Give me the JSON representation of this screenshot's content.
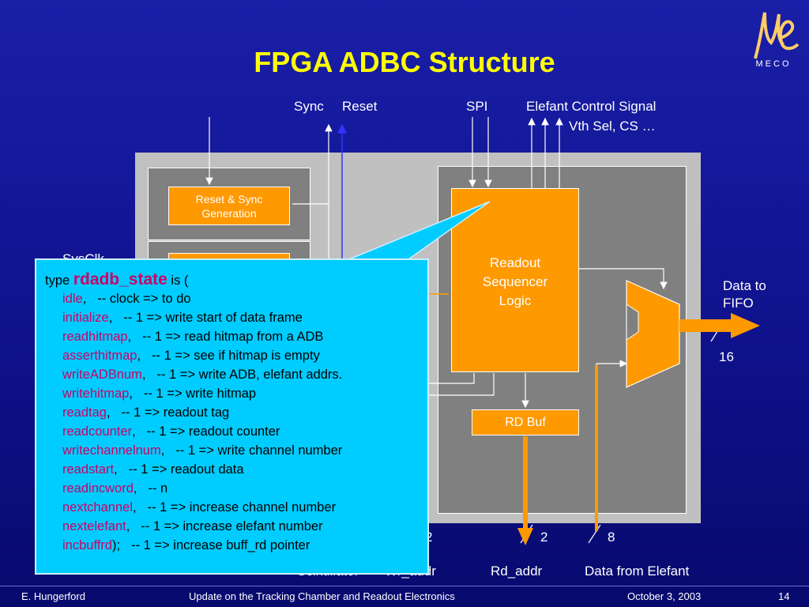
{
  "title": "FPGA ADBC Structure",
  "logo": {
    "name": "MECO"
  },
  "signals": {
    "sync": "Sync",
    "reset": "Reset",
    "spi": "SPI",
    "elefant_ctrl": "Elefant Control Signal",
    "vth_sel": "Vth Sel, CS …",
    "sysclk": "SysClk",
    "data_to_fifo_1": "Data to",
    "data_to_fifo_2": "FIFO",
    "bus_16": "16",
    "bus_2a": "2",
    "bus_2b": "2",
    "bus_8": "8",
    "scintillator": "Scintillator",
    "wr_addr": "Wr_addr",
    "rd_addr": "Rd_addr",
    "data_from_elefant": "Data from Elefant"
  },
  "blocks": {
    "reset_sync": [
      "Reset & Sync",
      "Generation"
    ],
    "readout_seq": [
      "Readout",
      "Sequencer",
      "Logic"
    ],
    "rd_buf": "RD Buf"
  },
  "popup": {
    "header_pre": "type ",
    "header_type": "rdadb_state",
    "header_post": " is (",
    "states": [
      {
        "name": "idle",
        "sep": ",",
        "comment": "-- clock => to do"
      },
      {
        "name": "initialize",
        "sep": ",",
        "comment": "-- 1  => write start of data frame"
      },
      {
        "name": "readhitmap",
        "sep": ",",
        "comment": "-- 1  => read hitmap from a ADB"
      },
      {
        "name": "asserthitmap",
        "sep": ",",
        "comment": "-- 1  => see if hitmap is empty"
      },
      {
        "name": "writeADBnum",
        "sep": ",",
        "comment": "-- 1  => write ADB, elefant addrs."
      },
      {
        "name": "writehitmap",
        "sep": ",",
        "comment": "-- 1  => write hitmap"
      },
      {
        "name": "readtag",
        "sep": ",",
        "comment": "-- 1  => readout tag"
      },
      {
        "name": "readcounter",
        "sep": ",",
        "comment": "-- 1  => readout counter"
      },
      {
        "name": "writechannelnum",
        "sep": ",",
        "comment": "-- 1  => write channel number"
      },
      {
        "name": "readstart",
        "sep": ",",
        "comment": "-- 1  => readout data"
      },
      {
        "name": "readincword",
        "sep": ",",
        "comment": "-- n"
      },
      {
        "name": "nextchannel",
        "sep": ",",
        "comment": "-- 1  => increase channel number"
      },
      {
        "name": "nextelefant",
        "sep": ",",
        "comment": "-- 1  => increase elefant number"
      },
      {
        "name": "incbuffrd",
        "sep": ");",
        "comment": "-- 1  => increase buff_rd pointer"
      }
    ]
  },
  "footer": {
    "author": "E. Hungerford",
    "talk": "Update on the Tracking Chamber and Readout Electronics",
    "date": "October 3, 2003",
    "page": "14"
  },
  "colors": {
    "background": "#1016a0",
    "title": "#ffff00",
    "block": "#ff9900",
    "popup": "#00ccff",
    "state_name": "#cc0066",
    "panel": "#c0c0c0"
  }
}
